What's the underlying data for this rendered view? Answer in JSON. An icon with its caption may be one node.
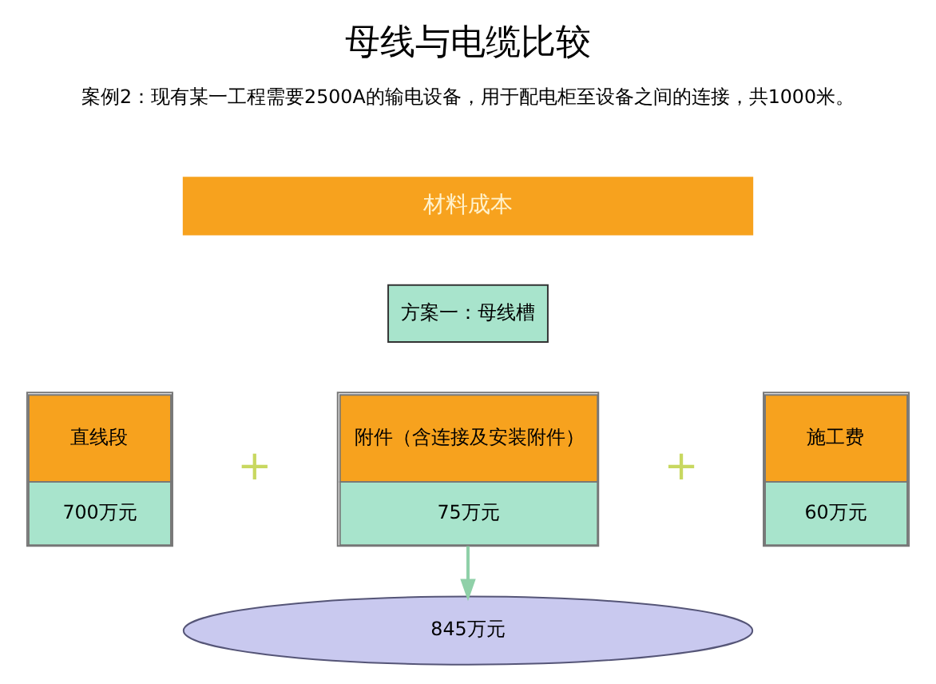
{
  "diagram": {
    "title": "母线与电缆比较",
    "nodes": [
      {
        "text": [
          "材料成本"
        ]
      },
      {
        "text": [
          "方案一：母线槽"
        ]
      },
      {
        "text": [
          "直线段",
          "700万元"
        ]
      },
      {
        "text": [
          "附件（含连接及安装附件）",
          "75万元"
        ]
      },
      {
        "text": [
          "施工费",
          "60万元"
        ]
      },
      {
        "text": [
          "845万元"
        ]
      }
    ],
    "edges": [
      {
        "from": 3,
        "to": 5,
        "arrow": "to"
      }
    ],
    "labels": [
      "案例2：现有某一工程需要2500A的输电设备，用于配电柜至设备之间的连接，共1000米。",
      "+",
      "+"
    ]
  }
}
